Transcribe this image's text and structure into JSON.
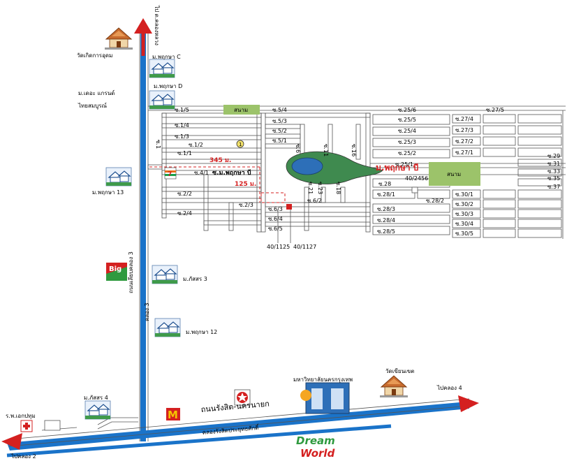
{
  "roads": {
    "klong3_label_vertical": "ถนนเลียบคลอง 3",
    "klong3_short": "คลอง 3",
    "north_arrow_label": "ไป ต.คลองหลวง",
    "main_road": "ถนนรังสิต-นครนายก",
    "canal": "คลองรังสิตประยุทธศักดิ์",
    "to_klong2": "ไปคลอง 2",
    "to_klong4": "ไปคลอง 4"
  },
  "places": {
    "temple_top": "วัดเกิดการอุดม",
    "village_c": "ม.พฤกษา C",
    "village_d": "ม.พฤกษา D",
    "village_grand_1": "ม.เดอะ แกรนด์",
    "village_grand_2": "ไทยสมบูรณ์",
    "village_13": "ม.พฤกษา 13",
    "village_pasorn3": "ม.ภัสสร 3",
    "village_12": "ม.พฤกษา 12",
    "village_pasorn4": "ม.ภัสสร 4",
    "hospital": "ร.พ.เอกปทุม",
    "university": "มหาวิทยาลัยนครกรุงเทพ",
    "temple_right": "วัดเขียนเขต",
    "pruksa_b_label": "ม.พฤกษา บี",
    "pruksa_b_road": "ซ.ม.พฤกษา บี",
    "park1": "สนาม",
    "park2": "สนาม",
    "big_c": "Big",
    "dream_world_1": "Dream",
    "dream_world_2": "World",
    "dist_345": "345 ม.",
    "dist_125": "125 ม."
  },
  "house_numbers": [
    "40/2456",
    "40/1125",
    "40/1127"
  ],
  "sois_left": [
    "ซ.1/5",
    "ซ.1/4",
    "ซ.1/3",
    "ซ.1/2",
    "ซ.1/1",
    "ซ.1",
    "ซ.4/1",
    "ซ.2/2",
    "ซ.2/3",
    "ซ.2/4"
  ],
  "sois_mid": [
    "ซ.5/4",
    "ซ.5/3",
    "ซ.5/2",
    "ซ.5/1",
    "ซ.6/3",
    "ซ.6/2",
    "ซ.6/4",
    "ซ.6/5",
    "ซ.6",
    "ซ.11",
    "ซ.16",
    "ซ.21",
    "ซ.23",
    "ซ.18"
  ],
  "sois_right": [
    "ซ.25/6",
    "ซ.25/5",
    "ซ.25/4",
    "ซ.25/3",
    "ซ.25/2",
    "ซ.25/1",
    "ซ.28",
    "ซ.28/1",
    "ซ.28/2",
    "ซ.28/3",
    "ซ.28/4",
    "ซ.28/5"
  ],
  "sois_far": [
    "ซ.27/5",
    "ซ.27/4",
    "ซ.27/3",
    "ซ.27/2",
    "ซ.27/1",
    "ซ.29",
    "ซ.31",
    "ซ.33",
    "ซ.35",
    "ซ.37",
    "ซ.30/1",
    "ซ.30/2",
    "ซ.30/3",
    "ซ.30/4",
    "ซ.30/5"
  ],
  "colors": {
    "road_blue": "#1a73c9",
    "red": "#d42020",
    "park_green": "#9cc36a",
    "pond_green": "#3f8a4f",
    "pond_blue": "#2d6fb8"
  }
}
